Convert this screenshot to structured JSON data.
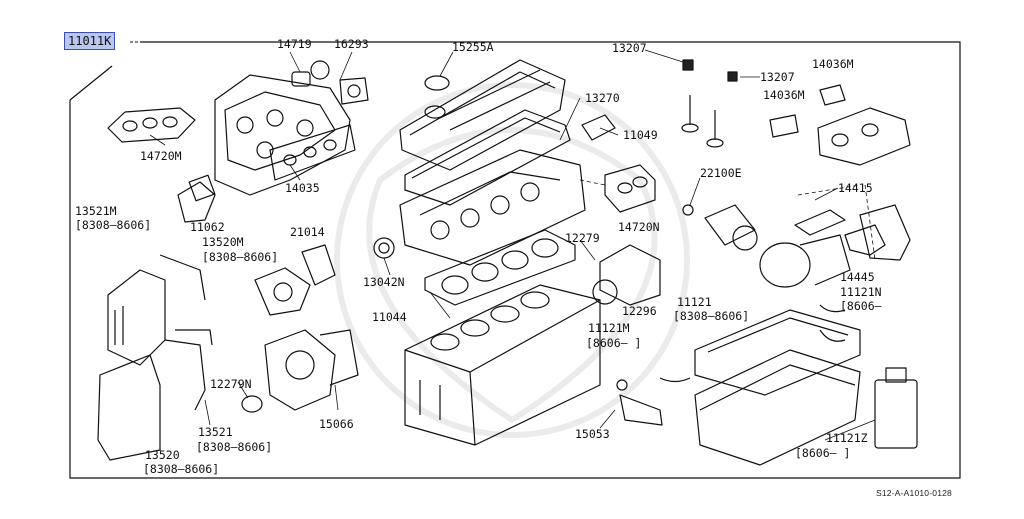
{
  "highlight_part": "11011K",
  "footer_code": "S12-A-A1010-0128",
  "parts": [
    {
      "id": "p-14719",
      "text": "14719"
    },
    {
      "id": "p-16293",
      "text": "16293"
    },
    {
      "id": "p-15255A",
      "text": "15255A"
    },
    {
      "id": "p-13207a",
      "text": "13207"
    },
    {
      "id": "p-13207b",
      "text": "13207"
    },
    {
      "id": "p-14036Ma",
      "text": "14036M"
    },
    {
      "id": "p-14036Mb",
      "text": "14036M"
    },
    {
      "id": "p-13270",
      "text": "13270"
    },
    {
      "id": "p-11049",
      "text": "11049"
    },
    {
      "id": "p-14720Ma",
      "text": "14720M"
    },
    {
      "id": "p-14035",
      "text": "14035"
    },
    {
      "id": "p-22100E",
      "text": "22100E"
    },
    {
      "id": "p-14415",
      "text": "14415"
    },
    {
      "id": "p-13521M",
      "text": "13521M"
    },
    {
      "id": "p-13521M-r",
      "text": "[8308–8606]"
    },
    {
      "id": "p-11062",
      "text": "11062"
    },
    {
      "id": "p-21014",
      "text": "21014"
    },
    {
      "id": "p-14720N",
      "text": "14720N"
    },
    {
      "id": "p-12279",
      "text": "12279"
    },
    {
      "id": "p-13520M",
      "text": "13520M"
    },
    {
      "id": "p-13520M-r",
      "text": "[8308–8606]"
    },
    {
      "id": "p-13042N",
      "text": "13042N"
    },
    {
      "id": "p-14445",
      "text": "14445"
    },
    {
      "id": "p-11121N",
      "text": "11121N"
    },
    {
      "id": "p-11121N-r",
      "text": "[8606–"
    },
    {
      "id": "p-11044",
      "text": "11044"
    },
    {
      "id": "p-12296",
      "text": "12296"
    },
    {
      "id": "p-11121",
      "text": "11121"
    },
    {
      "id": "p-11121-r",
      "text": "[8308–8606]"
    },
    {
      "id": "p-11121M",
      "text": "11121M"
    },
    {
      "id": "p-11121M-r",
      "text": "[8606–      ]"
    },
    {
      "id": "p-12279N",
      "text": "12279N"
    },
    {
      "id": "p-13521",
      "text": "13521"
    },
    {
      "id": "p-13521-r",
      "text": "[8308–8606]"
    },
    {
      "id": "p-15066",
      "text": "15066"
    },
    {
      "id": "p-15053",
      "text": "15053"
    },
    {
      "id": "p-13520",
      "text": "13520"
    },
    {
      "id": "p-13520-r",
      "text": "[8308–8606]"
    },
    {
      "id": "p-11121Z",
      "text": "11121Z"
    },
    {
      "id": "p-11121Z-r",
      "text": "[8606–        ]"
    }
  ]
}
